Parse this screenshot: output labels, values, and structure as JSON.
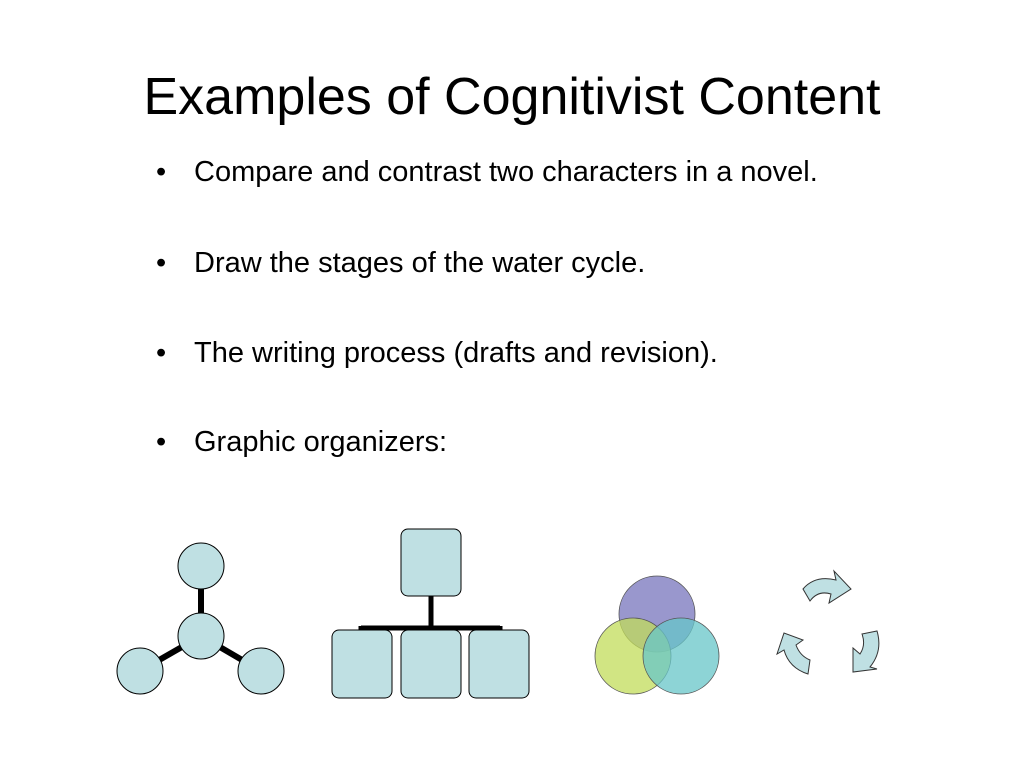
{
  "slide": {
    "title": "Examples of Cognitivist Content",
    "bullets": [
      "Compare and contrast two characters in a novel.",
      "Draw the stages of the water cycle.",
      "The writing process (drafts and revision).",
      "Graphic organizers:"
    ],
    "bullet_symbol": "•"
  },
  "organizers": [
    {
      "name": "web-diagram-icon",
      "fill": "#bfe0e3"
    },
    {
      "name": "hierarchy-chart-icon",
      "fill": "#bfe0e3"
    },
    {
      "name": "venn-diagram-icon",
      "colors": [
        "#8e8cc8",
        "#c2dc5a",
        "#67c6c8"
      ]
    },
    {
      "name": "cycle-arrows-icon",
      "fill": "#bfe0e3"
    }
  ]
}
